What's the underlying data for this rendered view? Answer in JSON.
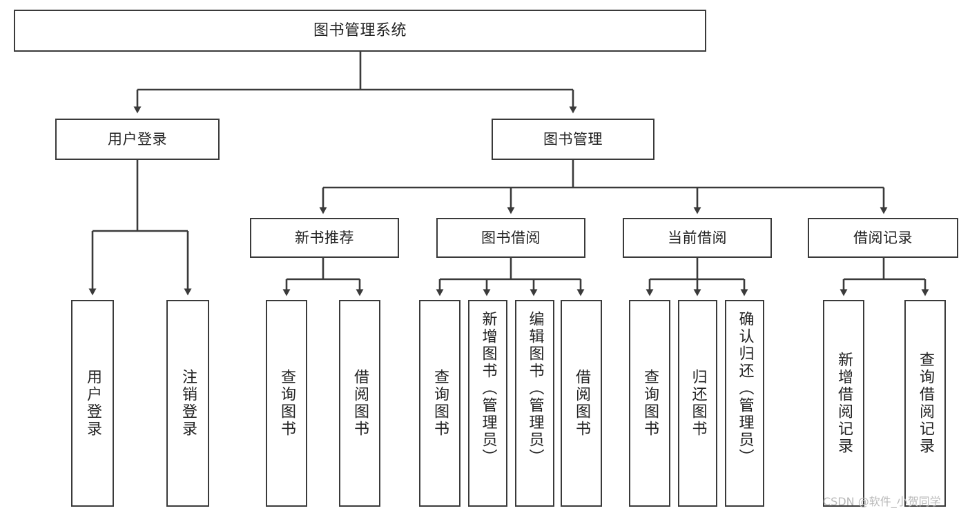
{
  "diagram": {
    "type": "tree-hierarchy",
    "title": "图书管理系统",
    "orientation": "top-down",
    "colors": {
      "box_border": "#3a3a3a",
      "box_fill": "#ffffff",
      "connector": "#3a3a3a",
      "text": "#222222",
      "watermark": "#b9b9b9",
      "background": "#ffffff"
    },
    "nodes": {
      "root": {
        "label": "图书管理系统"
      },
      "level1": [
        {
          "id": "user-login",
          "label": "用户登录"
        },
        {
          "id": "book-manage",
          "label": "图书管理"
        }
      ],
      "level2": [
        {
          "id": "new-book-recommend",
          "label": "新书推荐"
        },
        {
          "id": "book-borrow",
          "label": "图书借阅"
        },
        {
          "id": "current-borrow",
          "label": "当前借阅"
        },
        {
          "id": "borrow-record",
          "label": "借阅记录"
        }
      ],
      "leaves": {
        "user-login": [
          {
            "id": "leaf-user-login",
            "label": "用户登录"
          },
          {
            "id": "leaf-logout",
            "label": "注销登录"
          }
        ],
        "new-book-recommend": [
          {
            "id": "leaf-query-book-1",
            "label": "查询图书"
          },
          {
            "id": "leaf-borrow-book-1",
            "label": "借阅图书"
          }
        ],
        "book-borrow": [
          {
            "id": "leaf-query-book-2",
            "label": "查询图书"
          },
          {
            "id": "leaf-add-book",
            "label": "新增图书（管理员）"
          },
          {
            "id": "leaf-edit-book",
            "label": "编辑图书（管理员）"
          },
          {
            "id": "leaf-borrow-book-2",
            "label": "借阅图书"
          }
        ],
        "current-borrow": [
          {
            "id": "leaf-query-book-3",
            "label": "查询图书"
          },
          {
            "id": "leaf-return-book",
            "label": "归还图书"
          },
          {
            "id": "leaf-confirm-return",
            "label": "确认归还（管理员）"
          }
        ],
        "borrow-record": [
          {
            "id": "leaf-add-record",
            "label": "新增借阅记录"
          },
          {
            "id": "leaf-query-record",
            "label": "查询借阅记录"
          }
        ]
      }
    },
    "watermark": "CSDN @软件_小贺同学"
  }
}
